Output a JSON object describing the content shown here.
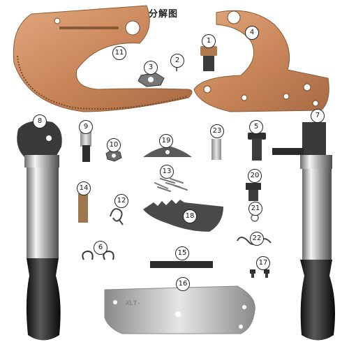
{
  "title": "产品分解图",
  "badges": {
    "b1": "1",
    "b2": "2",
    "b3": "3",
    "b4": "4",
    "b5": "5",
    "b6": "6",
    "b7": "7",
    "b8": "8",
    "b9": "9",
    "b10": "10",
    "b11": "11",
    "b12": "12",
    "b13": "13",
    "b14": "14",
    "b15": "15",
    "b16": "16",
    "b17": "17",
    "b18": "18",
    "b19": "19",
    "b20": "20",
    "b21": "21",
    "b22": "22",
    "b23": "23"
  },
  "plate_label": "XLT-"
}
